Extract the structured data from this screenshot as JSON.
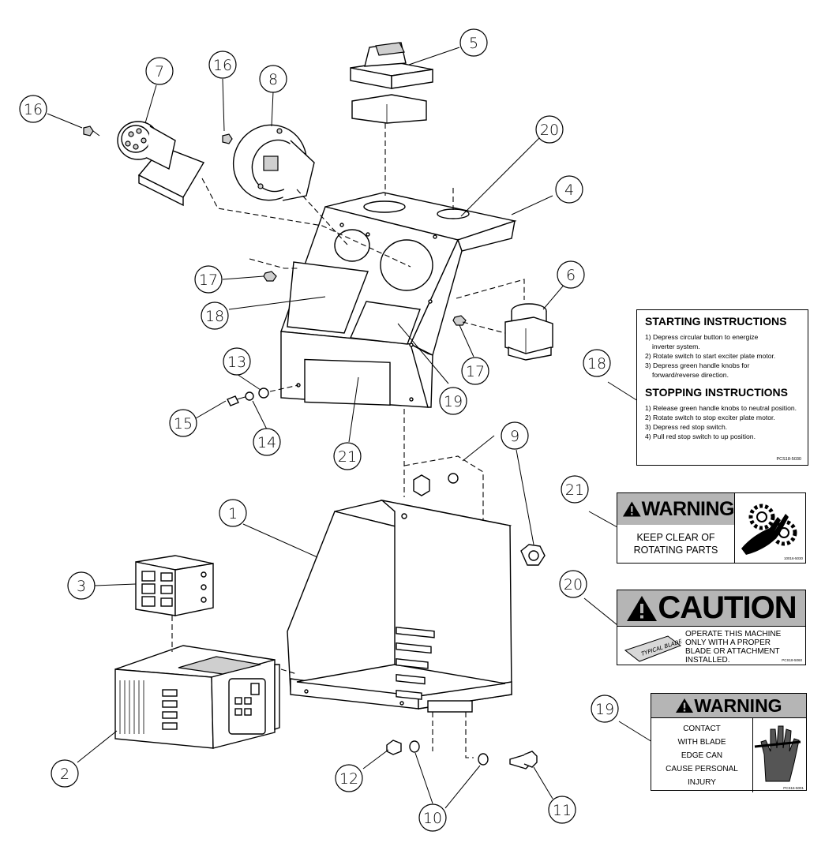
{
  "balloons": [
    {
      "id": "b1",
      "label": "1"
    },
    {
      "id": "b2",
      "label": "2"
    },
    {
      "id": "b3",
      "label": "3"
    },
    {
      "id": "b4",
      "label": "4"
    },
    {
      "id": "b5",
      "label": "5"
    },
    {
      "id": "b6",
      "label": "6"
    },
    {
      "id": "b7",
      "label": "7"
    },
    {
      "id": "b8",
      "label": "8"
    },
    {
      "id": "b9",
      "label": "9"
    },
    {
      "id": "b10",
      "label": "10"
    },
    {
      "id": "b11",
      "label": "11"
    },
    {
      "id": "b12",
      "label": "12"
    },
    {
      "id": "b13",
      "label": "13"
    },
    {
      "id": "b14",
      "label": "14"
    },
    {
      "id": "b15",
      "label": "15"
    },
    {
      "id": "b16a",
      "label": "16"
    },
    {
      "id": "b16b",
      "label": "16"
    },
    {
      "id": "b17a",
      "label": "17"
    },
    {
      "id": "b17b",
      "label": "17"
    },
    {
      "id": "b18a",
      "label": "18"
    },
    {
      "id": "b18b",
      "label": "18"
    },
    {
      "id": "b19a",
      "label": "19"
    },
    {
      "id": "b19b",
      "label": "19"
    },
    {
      "id": "b20a",
      "label": "20"
    },
    {
      "id": "b20b",
      "label": "20"
    },
    {
      "id": "b21a",
      "label": "21"
    },
    {
      "id": "b21b",
      "label": "21"
    }
  ],
  "decal18": {
    "start_title": "STARTING INSTRUCTIONS",
    "start_steps": [
      "1) Depress circular button to energize",
      "    inverter system.",
      "2) Rotate switch to start exciter plate motor.",
      "3) Depress green handle knobs for",
      "    forward/reverse direction."
    ],
    "stop_title": "STOPPING INSTRUCTIONS",
    "stop_steps": [
      "1) Release green handle knobs to neutral position.",
      "2) Rotate switch to stop exciter plate motor.",
      "3) Depress red stop switch.",
      "4) Pull red stop switch to up position."
    ],
    "code": "PCS18-5030"
  },
  "decal21": {
    "header": "WARNING",
    "lines": [
      "KEEP CLEAR OF",
      "ROTATING PARTS"
    ],
    "code": "10016-5030"
  },
  "decal20": {
    "header": "CAUTION",
    "blade_text": "TYPICAL BLADE",
    "lines": [
      "OPERATE THIS MACHINE",
      "ONLY WITH A PROPER",
      "BLADE OR ATTACHMENT",
      "INSTALLED."
    ],
    "code": "PCS18-5060"
  },
  "decal19": {
    "header": "WARNING",
    "lines": [
      "CONTACT",
      "WITH BLADE",
      "EDGE CAN",
      "CAUSE PERSONAL",
      "INJURY"
    ],
    "code": "PCS16-5001"
  }
}
